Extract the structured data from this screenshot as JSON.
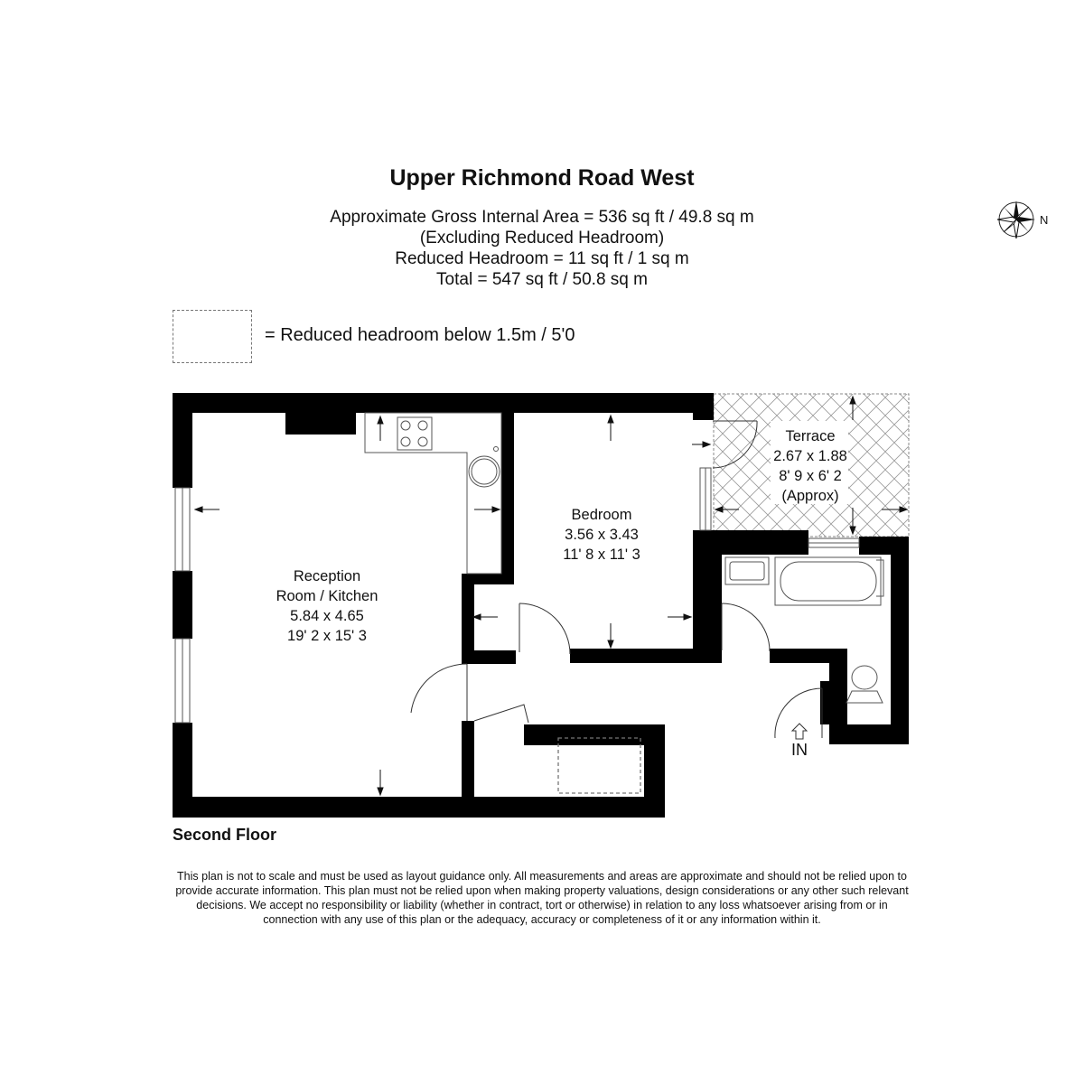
{
  "title": "Upper Richmond Road West",
  "area": {
    "line1": "Approximate Gross Internal Area = 536 sq ft / 49.8 sq m",
    "line2": "(Excluding Reduced Headroom)",
    "line3": "Reduced Headroom = 11 sq ft / 1 sq m",
    "line4": "Total = 547 sq ft / 50.8 sq m"
  },
  "legend": {
    "text": "= Reduced headroom below 1.5m / 5'0"
  },
  "compass": {
    "label": "N",
    "icon": "compass-icon"
  },
  "rooms": {
    "reception": {
      "name1": "Reception",
      "name2": "Room / Kitchen",
      "metric": "5.84 x 4.65",
      "imperial": "19' 2 x 15' 3"
    },
    "bedroom": {
      "name": "Bedroom",
      "metric": "3.56 x 3.43",
      "imperial": "11' 8 x 11' 3"
    },
    "terrace": {
      "name": "Terrace",
      "metric": "2.67 x 1.88",
      "imperial": "8' 9 x 6' 2",
      "note": "(Approx)"
    }
  },
  "entrance": {
    "label": "IN"
  },
  "floor": {
    "label": "Second Floor"
  },
  "disclaimer": {
    "line1": "This plan is not to scale and must be used as layout guidance only. All measurements and areas are approximate and should not be relied upon to",
    "line2": "provide accurate information. This plan must not be relied upon when making property valuations, design considerations or any other such relevant",
    "line3": "decisions. We accept no responsibility or liability (whether in contract, tort or otherwise) in relation to any loss whatsoever arising from or in",
    "line4": "connection with any use of this plan or the adequacy, accuracy or completeness of it or any information within it."
  }
}
